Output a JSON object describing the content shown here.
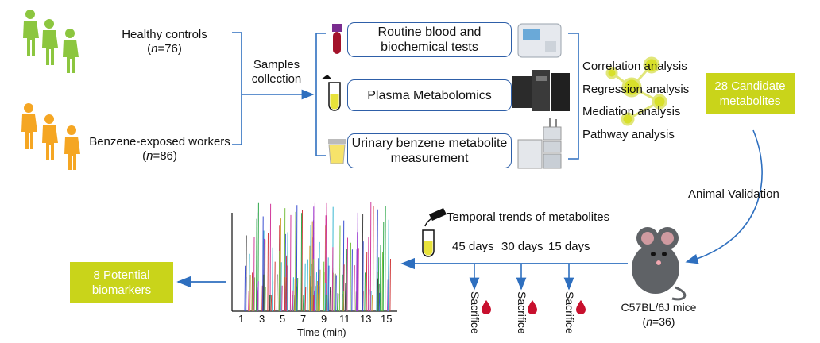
{
  "cohorts": {
    "healthy": {
      "label": "Healthy controls",
      "n": "n",
      "count": "=76)"
    },
    "exposed": {
      "label": "Benzene-exposed workers",
      "n": "n",
      "count": "=86)"
    }
  },
  "samples_label": [
    "Samples",
    "collection"
  ],
  "tests": [
    {
      "label": [
        "Routine blood and",
        "biochemical tests"
      ]
    },
    {
      "label": [
        "Plasma Metabolomics"
      ]
    },
    {
      "label": [
        "Urinary benzene metabolite",
        "measurement"
      ]
    }
  ],
  "analyses": [
    "Correlation analysis",
    "Regression analysis",
    "Mediation analysis",
    "Pathway analysis"
  ],
  "candidate": [
    "28 Candidate",
    "metabolites"
  ],
  "animal_validation": "Animal Validation",
  "temporal": "Temporal trends of metabolites",
  "timepoints": [
    "45 days",
    "30 days",
    "15 days"
  ],
  "sacrifice": "Sacrifice",
  "mice": {
    "label": "C57BL/6J mice",
    "n": "n",
    "count": "=36)"
  },
  "potential": [
    "8 Potential",
    "biomarkers"
  ],
  "chromatogram": {
    "xlabel": "Time (min)",
    "ticks": [
      "1",
      "3",
      "5",
      "7",
      "9",
      "11",
      "13",
      "15"
    ]
  },
  "colors": {
    "arrow": "#2e6fbf",
    "box_border": "#2e5fa8",
    "highlight": "#c9d41a",
    "people_green": "#8cc63f",
    "people_orange": "#f5a623",
    "blood": "#c8102e"
  }
}
